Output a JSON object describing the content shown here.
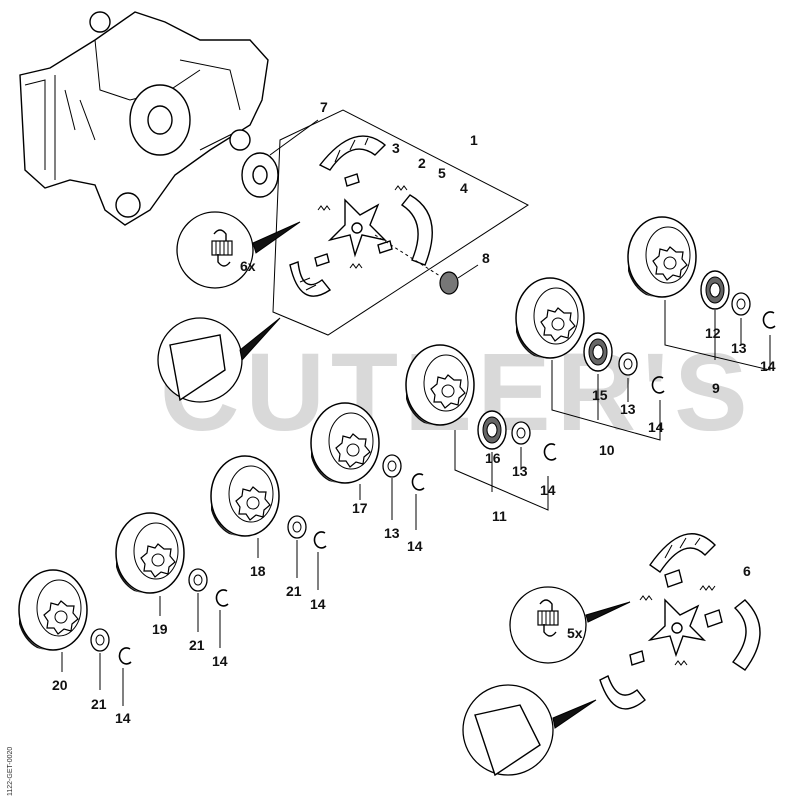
{
  "diagram": {
    "watermark": "CUTLER'S",
    "reference_code": "1122-GET-0020",
    "callouts": {
      "c1": "1",
      "c2": "2",
      "c3": "3",
      "c4": "4",
      "c5": "5",
      "c6": "6",
      "c7": "7",
      "c8": "8",
      "c9": "9",
      "c10": "10",
      "c11": "11",
      "c12": "12",
      "c13a": "13",
      "c13b": "13",
      "c13c": "13",
      "c13d": "13",
      "c14a": "14",
      "c14b": "14",
      "c14c": "14",
      "c14d": "14",
      "c14e": "14",
      "c14f": "14",
      "c14g": "14",
      "c15": "15",
      "c16": "16",
      "c17": "17",
      "c18": "18",
      "c19": "19",
      "c20": "20",
      "c21a": "21",
      "c21b": "21",
      "c21c": "21"
    },
    "quantity_badges": {
      "q_top": "6x",
      "q_bottom": "5x"
    }
  }
}
